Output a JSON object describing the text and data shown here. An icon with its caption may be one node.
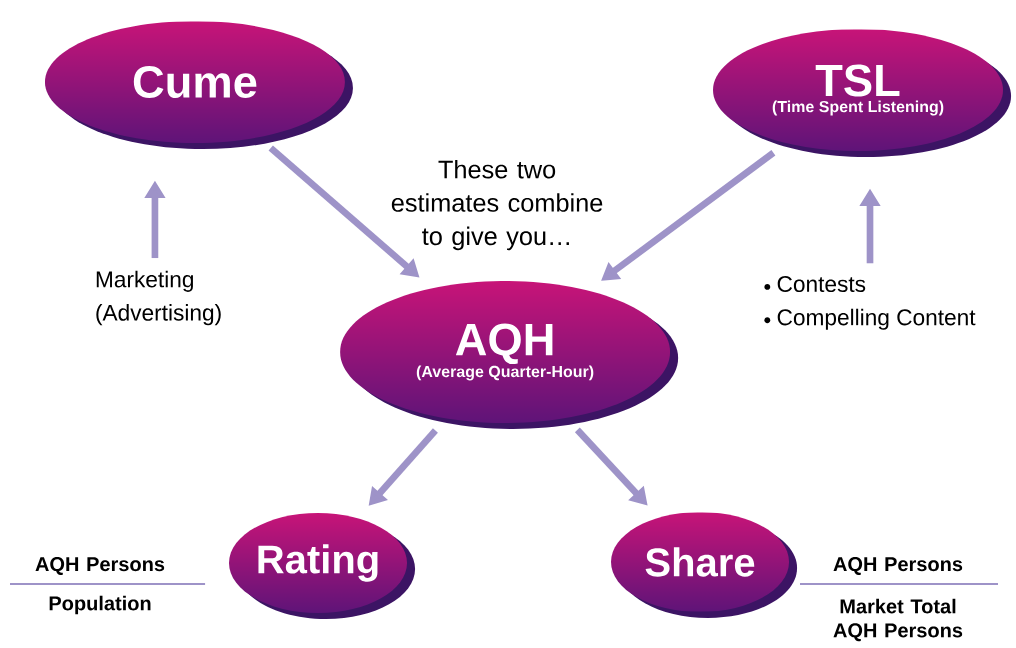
{
  "diagram": {
    "nodes": [
      {
        "text": [
          "Cume"
        ]
      },
      {
        "text": [
          "TSL",
          "(Time Spent Listening)"
        ]
      },
      {
        "text": [
          "AQH",
          "(Average Quarter-Hour)"
        ]
      },
      {
        "text": [
          "Rating"
        ]
      },
      {
        "text": [
          "Share"
        ]
      },
      {
        "text": [
          "Marketing (Advertising)"
        ]
      },
      {
        "text": [
          "Contests",
          "Compelling Content"
        ]
      }
    ],
    "edges": [
      {
        "from": 0,
        "to": 2,
        "arrow": "to"
      },
      {
        "from": 1,
        "to": 2,
        "arrow": "to"
      },
      {
        "from": 2,
        "to": 3,
        "arrow": "to"
      },
      {
        "from": 2,
        "to": 4,
        "arrow": "to"
      },
      {
        "from": 5,
        "to": 0,
        "arrow": "to"
      },
      {
        "from": 6,
        "to": 1,
        "arrow": "to"
      }
    ],
    "labels": [
      "These two estimates combine to give you…",
      "AQH Persons",
      "Population",
      "AQH Persons",
      "Market Total AQH Persons"
    ]
  }
}
